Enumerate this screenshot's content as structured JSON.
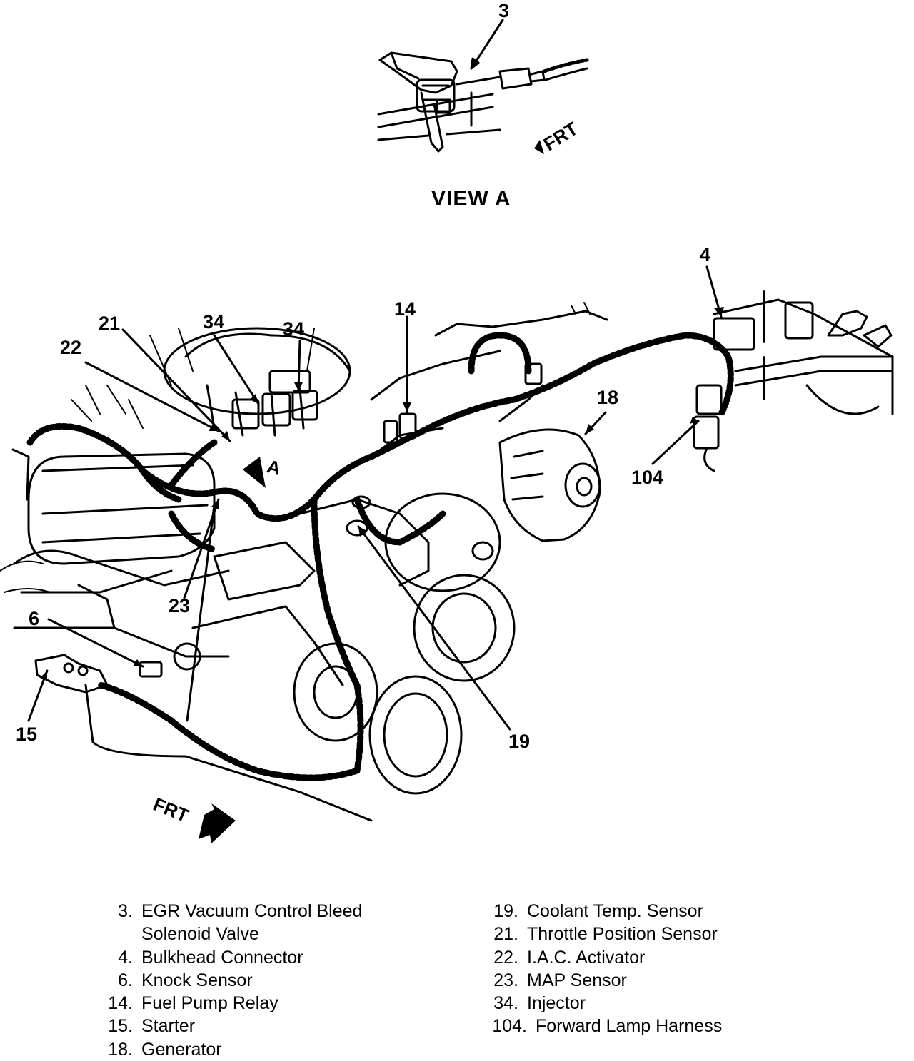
{
  "view_a": {
    "title": "VIEW A",
    "frt_label": "FRT"
  },
  "main": {
    "frt_label": "FRT",
    "view_marker": "A"
  },
  "callouts": {
    "c3": "3",
    "c4": "4",
    "c6": "6",
    "c14": "14",
    "c15": "15",
    "c18": "18",
    "c19": "19",
    "c21": "21",
    "c22": "22",
    "c23": "23",
    "c34a": "34",
    "c34b": "34",
    "c104": "104"
  },
  "legend": {
    "left": [
      {
        "num": "3.",
        "label": "EGR Vacuum Control Bleed"
      },
      {
        "num": "",
        "label": "Solenoid Valve"
      },
      {
        "num": "4.",
        "label": "Bulkhead Connector"
      },
      {
        "num": "6.",
        "label": "Knock Sensor"
      },
      {
        "num": "14.",
        "label": "Fuel Pump Relay"
      },
      {
        "num": "15.",
        "label": "Starter"
      },
      {
        "num": "18.",
        "label": "Generator"
      }
    ],
    "right": [
      {
        "num": "19.",
        "label": "Coolant Temp. Sensor"
      },
      {
        "num": "21.",
        "label": "Throttle Position Sensor"
      },
      {
        "num": "22.",
        "label": "I.A.C. Activator"
      },
      {
        "num": "23.",
        "label": "MAP Sensor"
      },
      {
        "num": "34.",
        "label": "Injector"
      },
      {
        "num": "104.",
        "label": "Forward Lamp Harness"
      }
    ]
  }
}
